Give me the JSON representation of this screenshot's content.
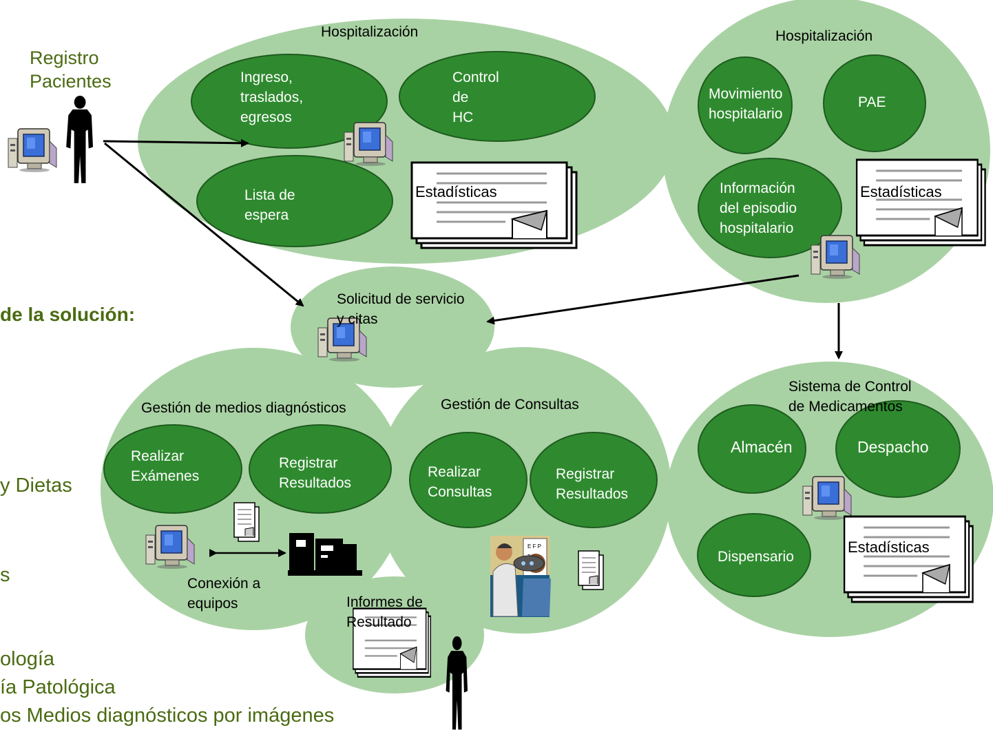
{
  "colors": {
    "region": "#a9d2a4",
    "process": "#2f8a2f",
    "process_border": "#1e5b1e",
    "outline_text": "#4a6b12"
  },
  "registro_pacientes": "Registro\nPacientes",
  "hosp_left": {
    "title": "Hospitalización",
    "ingreso": "Ingreso,\ntraslados,\negresos",
    "control": "Control\nde\nHC",
    "lista": "Lista de\nespera",
    "estadisticas": "Estadísticas"
  },
  "hosp_right": {
    "title": "Hospitalización",
    "movimiento": "Movimiento\nhospitalario",
    "pae": "PAE",
    "informacion": "Información\ndel episodio\nhospitalario",
    "estadisticas": "Estadísticas"
  },
  "solicitud": "Solicitud de servicio\ny citas",
  "diagnosticos": {
    "title": "Gestión de medios diagnósticos",
    "realizar": "Realizar\nExámenes",
    "registrar": "Registrar\nResultados",
    "conexion": "Conexión a\nequipos"
  },
  "consultas": {
    "title": "Gestión de Consultas",
    "realizar": "Realizar\nConsultas",
    "registrar": "Registrar\nResultados"
  },
  "medicamentos": {
    "title": "Sistema de Control\nde Medicamentos",
    "almacen": "Almacén",
    "despacho": "Despacho",
    "dispensario": "Dispensario",
    "estadisticas": "Estadísticas"
  },
  "informes": "Informes de\nResultado",
  "background_text": {
    "solucion": "de la solución:",
    "dietas": "y Dietas",
    "s": "s",
    "logia": "ología",
    "patologica": "ía Patológica",
    "imagenes": "os Medios diagnósticos por imágenes"
  },
  "icons": [
    "computer-icon",
    "person-silhouette-icon",
    "documents-stack-icon",
    "lab-equipment-icon",
    "doctor-clipart-icon"
  ]
}
